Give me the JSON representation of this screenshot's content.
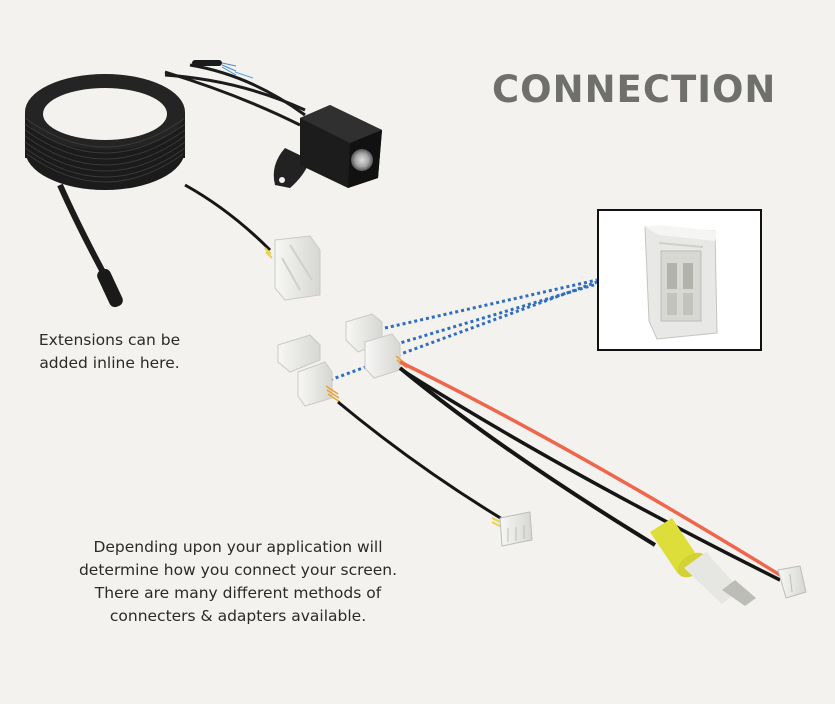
{
  "title": "CONNECTION",
  "captions": {
    "extensions": "Extensions can be added inline here.",
    "connection_methods": "Depending upon your application will determine how you connect your screen. There are many different methods of connecters & adapters available."
  },
  "colors": {
    "background": "#f3f2ee",
    "title": "#6f6f6b",
    "cable_black": "#151515",
    "cable_red": "#f0664d",
    "rca_yellow": "#dede3a",
    "dotted_line": "#2f6ebf",
    "connector_white": "#e9e9e6"
  },
  "icons": {
    "camera": "camera-icon",
    "zoom_connector": "connector-detail-icon"
  }
}
